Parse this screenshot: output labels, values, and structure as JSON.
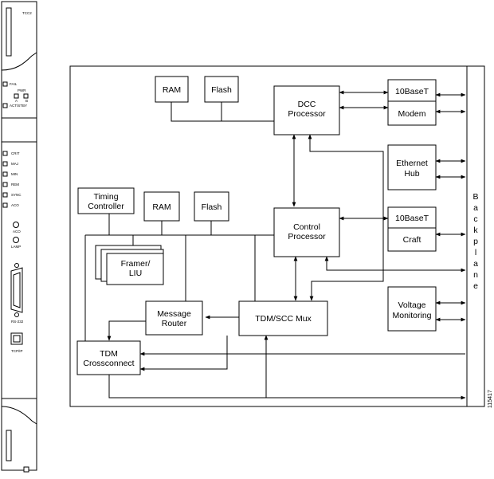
{
  "card": {
    "name": "TCC2",
    "leds_top": [
      "FAIL",
      "ACT/STBY"
    ],
    "pwr_label": "PWR",
    "pwr_sub": [
      "A",
      "B"
    ],
    "leds": [
      "CRIT",
      "MAJ",
      "MIN",
      "REM",
      "SYNC",
      "ACO"
    ],
    "aco_label": "ACO",
    "lamp_label": "LAMP",
    "rs232_label": "RS-232",
    "tcpip_label": "TCP/IP"
  },
  "blocks": {
    "ram1": "RAM",
    "flash1": "Flash",
    "dcc": [
      "DCC",
      "Processor"
    ],
    "tenbaset1": "10BaseT",
    "modem": "Modem",
    "ethernet_hub": [
      "Ethernet",
      "Hub"
    ],
    "timing": [
      "Timing",
      "Controller"
    ],
    "ram2": "RAM",
    "flash2": "Flash",
    "control": [
      "Control",
      "Processor"
    ],
    "tenbaset2": "10BaseT",
    "craft": "Craft",
    "framer": [
      "Framer/",
      "LIU"
    ],
    "message_router": [
      "Message",
      "Router"
    ],
    "tdm_scc": "TDM/SCC Mux",
    "voltage": [
      "Voltage",
      "Monitoring"
    ],
    "tdm_cross": [
      "TDM",
      "Crossconnect"
    ],
    "backplane": [
      "B",
      "a",
      "c",
      "k",
      "p",
      "l",
      "a",
      "n",
      "e"
    ]
  },
  "figure_id": "115417"
}
